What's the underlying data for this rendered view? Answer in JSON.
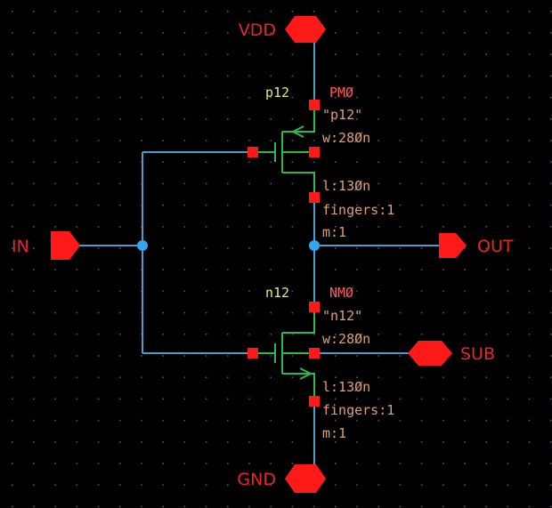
{
  "colors": {
    "background": "#000000",
    "grid_dot": "#4a5870",
    "wire": "#4a9ec6",
    "device": "#2db84a",
    "pin": "#ff1a1a",
    "pin_label": "#e82626",
    "device_name": "#ff5a5a",
    "device_cell": "#e6e67a",
    "device_prop": "#e0a070",
    "net_dot": "#2fa8f0"
  },
  "pins": {
    "vdd": "VDD",
    "gnd": "GND",
    "in": "IN",
    "out": "OUT",
    "sub": "SUB"
  },
  "pmos": {
    "cell": "p12",
    "name": "PMØ",
    "model": "\"p12\"",
    "width": "w:28Øn",
    "length": "l:13Øn",
    "fingers": "fingers:1",
    "multiplier": "m:1"
  },
  "nmos": {
    "cell": "n12",
    "name": "NMØ",
    "model": "\"n12\"",
    "width": "w:28Øn",
    "length": "l:13Øn",
    "fingers": "fingers:1",
    "multiplier": "m:1"
  }
}
